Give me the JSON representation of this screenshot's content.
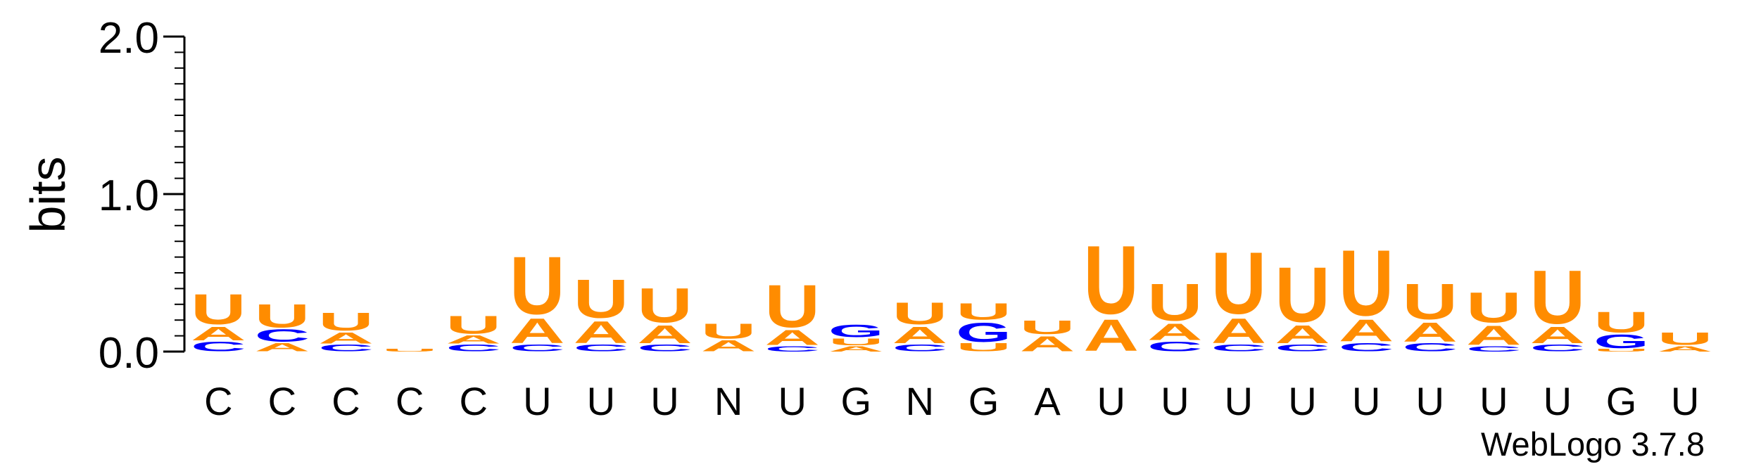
{
  "chart_data": {
    "type": "sequence-logo",
    "ylabel": "bits",
    "ylim": [
      0,
      2.0
    ],
    "y_ticks": [
      "0.0",
      "1.0",
      "2.0"
    ],
    "y_tick_values": [
      0,
      1,
      2
    ],
    "y_minor_step": 0.1,
    "x_labels": [
      "C",
      "C",
      "C",
      "C",
      "C",
      "U",
      "U",
      "U",
      "N",
      "U",
      "G",
      "N",
      "G",
      "A",
      "U",
      "U",
      "U",
      "U",
      "U",
      "U",
      "U",
      "U",
      "G",
      "U"
    ],
    "colors": {
      "A": "#ff8c00",
      "U": "#ff8c00",
      "C": "#0000ff",
      "G": "#0000ff"
    },
    "columns": [
      [
        [
          "C",
          0.07
        ],
        [
          "A",
          0.1
        ],
        [
          "U",
          0.22
        ]
      ],
      [
        [
          "A",
          0.06
        ],
        [
          "C",
          0.09
        ],
        [
          "U",
          0.17
        ]
      ],
      [
        [
          "C",
          0.05
        ],
        [
          "A",
          0.08
        ],
        [
          "U",
          0.13
        ]
      ],
      [
        [
          "U",
          0.02
        ]
      ],
      [
        [
          "C",
          0.05
        ],
        [
          "A",
          0.06
        ],
        [
          "U",
          0.13
        ]
      ],
      [
        [
          "C",
          0.05
        ],
        [
          "A",
          0.18
        ],
        [
          "U",
          0.42
        ]
      ],
      [
        [
          "C",
          0.05
        ],
        [
          "A",
          0.16
        ],
        [
          "U",
          0.28
        ]
      ],
      [
        [
          "C",
          0.05
        ],
        [
          "A",
          0.13
        ],
        [
          "U",
          0.25
        ]
      ],
      [
        [
          "A",
          0.08
        ],
        [
          "U",
          0.11
        ]
      ],
      [
        [
          "C",
          0.04
        ],
        [
          "A",
          0.11
        ],
        [
          "U",
          0.31
        ]
      ],
      [
        [
          "A",
          0.04
        ],
        [
          "U",
          0.05
        ],
        [
          "G",
          0.09
        ]
      ],
      [
        [
          "C",
          0.05
        ],
        [
          "A",
          0.12
        ],
        [
          "U",
          0.16
        ]
      ],
      [
        [
          "U",
          0.06
        ],
        [
          "G",
          0.14
        ],
        [
          "U",
          0.12
        ]
      ],
      [
        [
          "A",
          0.11
        ],
        [
          "U",
          0.1
        ]
      ],
      [
        [
          "A",
          0.23
        ],
        [
          "U",
          0.5
        ]
      ],
      [
        [
          "C",
          0.07
        ],
        [
          "A",
          0.12
        ],
        [
          "U",
          0.27
        ]
      ],
      [
        [
          "C",
          0.05
        ],
        [
          "A",
          0.18
        ],
        [
          "U",
          0.45
        ]
      ],
      [
        [
          "C",
          0.05
        ],
        [
          "A",
          0.13
        ],
        [
          "U",
          0.4
        ]
      ],
      [
        [
          "C",
          0.06
        ],
        [
          "A",
          0.16
        ],
        [
          "U",
          0.48
        ]
      ],
      [
        [
          "C",
          0.06
        ],
        [
          "A",
          0.14
        ],
        [
          "U",
          0.26
        ]
      ],
      [
        [
          "C",
          0.04
        ],
        [
          "A",
          0.14
        ],
        [
          "U",
          0.22
        ]
      ],
      [
        [
          "C",
          0.05
        ],
        [
          "A",
          0.12
        ],
        [
          "U",
          0.39
        ]
      ],
      [
        [
          "U",
          0.02
        ],
        [
          "G",
          0.1
        ],
        [
          "U",
          0.15
        ]
      ],
      [
        [
          "A",
          0.04
        ],
        [
          "U",
          0.09
        ]
      ]
    ]
  },
  "credit": "WebLogo 3.7.8"
}
